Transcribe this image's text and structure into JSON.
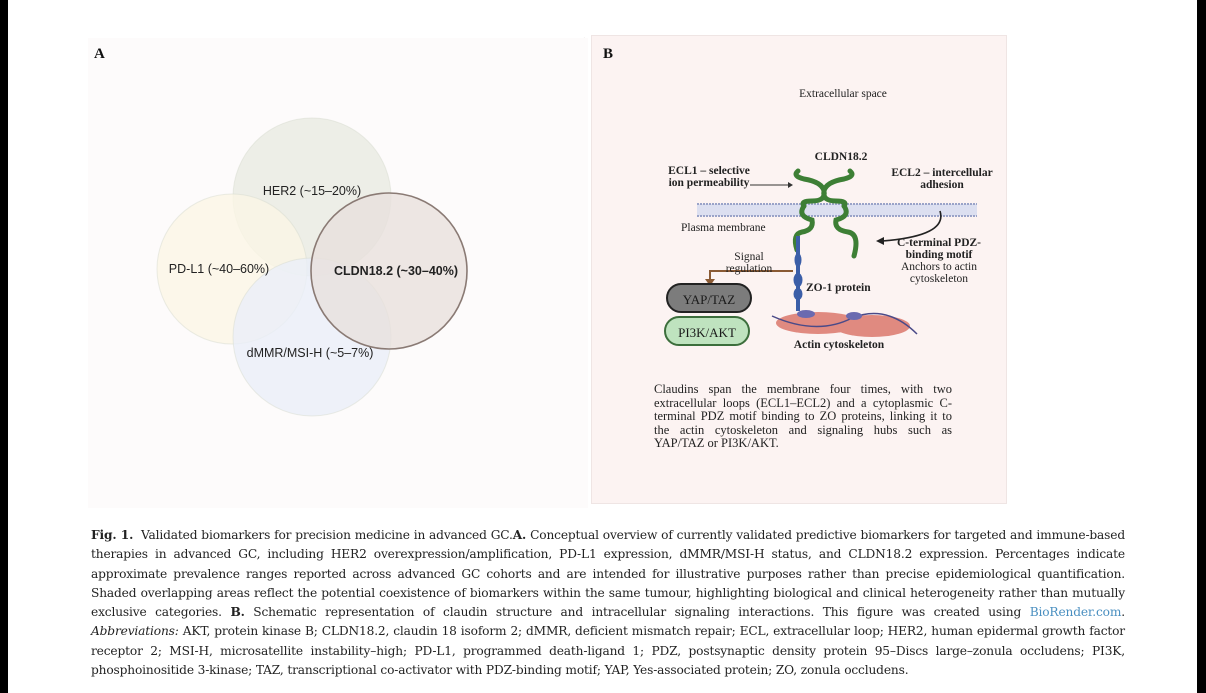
{
  "panel_a": {
    "letter": "A",
    "venn": [
      {
        "label": "HER2 (~15–20%)",
        "fill": "#e8ebe2",
        "bold": false
      },
      {
        "label": "PD-L1 (~40–60%)",
        "fill": "#fbf6e6",
        "bold": false
      },
      {
        "label": "dMMR/MSI-H (~5–7%)",
        "fill": "#e9eef9",
        "bold": false
      },
      {
        "label": "CLDN18.2 (~30–40%)",
        "fill": "#e8e0dc",
        "stroke": "#8a7a74",
        "bold": true
      }
    ]
  },
  "panel_b": {
    "letter": "B",
    "extracellular": "Extracellular space",
    "protein_name": "CLDN18.2",
    "ecl1": [
      "ECL1 – selective",
      "ion permeability"
    ],
    "ecl2": [
      "ECL2 – intercellular",
      "adhesion"
    ],
    "membrane": "Plasma membrane",
    "cterm": [
      "C-terminal PDZ-",
      "binding motif"
    ],
    "anchor": [
      "Anchors to actin",
      "cytoskeleton"
    ],
    "signal": [
      "Signal",
      "regulation"
    ],
    "zo1": "ZO-1 protein",
    "yap": "YAP/TAZ",
    "pi3k": "PI3K/AKT",
    "actin": "Actin cytoskeleton",
    "description": "Claudins span the membrane four times, with two extracellular loops (ECL1–ECL2) and a cytoplasmic C-terminal PDZ motif binding to ZO proteins, linking it to the actin cytoskeleton and signaling hubs such as YAP/TAZ or PI3K/AKT."
  },
  "caption": {
    "fig_label": "Fig. 1.",
    "title": "Validated biomarkers for precision medicine in advanced GC.",
    "a_label": "A.",
    "a_text": "Conceptual overview of currently validated predictive biomarkers for targeted and immune-based therapies in advanced GC, including HER2 overexpression/amplification, PD-L1 expression, dMMR/MSI-H status, and CLDN18.2 expression. Percentages indicate approximate prevalence ranges reported across advanced GC cohorts and are intended for illustrative purposes rather than precise epidemiological quantification. Shaded overlapping areas reflect the potential coexistence of biomarkers within the same tumour, highlighting biological and clinical heterogeneity rather than mutually exclusive categories.",
    "b_label": "B.",
    "b_text": "Schematic representation of claudin structure and intracellular signaling interactions. This figure was created using",
    "link_text": "BioRender.com",
    "abbr_label": "Abbreviations:",
    "abbr_text": "AKT, protein kinase B; CLDN18.2, claudin 18 isoform 2; dMMR, deficient mismatch repair; ECL, extracellular loop; HER2, human epidermal growth factor receptor 2; MSI-H, microsatellite instability–high; PD-L1, programmed death-ligand 1; PDZ, postsynaptic density protein 95–Discs large–zonula occludens; PI3K, phosphoinositide 3-kinase; TAZ, transcriptional co-activator with PDZ-binding motif; YAP, Yes-associated protein; ZO, zonula occludens."
  }
}
